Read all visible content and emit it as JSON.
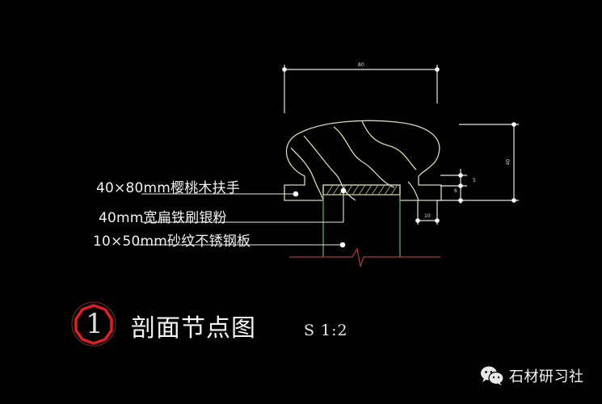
{
  "drawing": {
    "type": "cad-section-detail",
    "background": "#000000",
    "colors": {
      "outline": "#d8d8b0",
      "dimension": "#e6e6e6",
      "post": "#5fa85f",
      "ground_line": "#a83838",
      "badge_ring": "#e02020",
      "text": "#f2f2f2"
    }
  },
  "annotations": [
    {
      "text": "40×80mm樱桃木扶手",
      "target": "cherry-wood-handrail"
    },
    {
      "text": "40mm宽扁铁刷银粉",
      "target": "flat-iron-bar"
    },
    {
      "text": "10×50mm砂纹不锈钢板",
      "target": "stainless-steel-plate"
    }
  ],
  "dimensions": {
    "top_width": "80",
    "right_height": "40",
    "right_small_upper": "5",
    "right_small_lower": "6",
    "bottom_width": "10"
  },
  "title_block": {
    "badge_number": "1",
    "title": "剖面节点图",
    "scale": "S 1:2"
  },
  "watermark": {
    "icon": "wechat-icon",
    "text": "石材研习社"
  }
}
